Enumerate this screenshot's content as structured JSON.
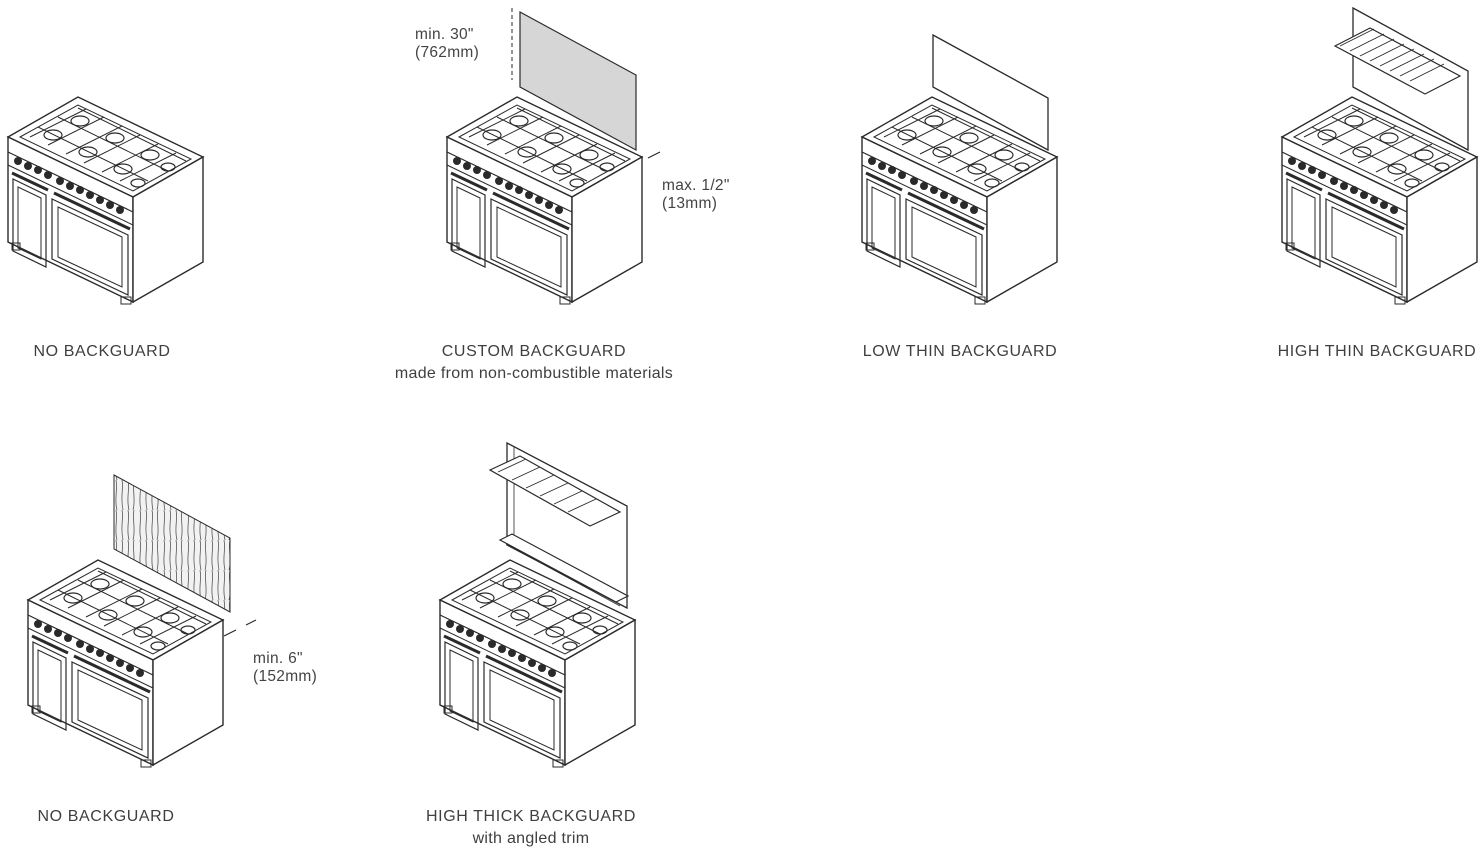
{
  "panels": [
    {
      "title": "NO BACKGUARD",
      "subtitle": ""
    },
    {
      "title": "CUSTOM BACKGUARD",
      "subtitle": "made from non-combustible materials"
    },
    {
      "title": "LOW THIN BACKGUARD",
      "subtitle": ""
    },
    {
      "title": "HIGH THIN BACKGUARD",
      "subtitle": ""
    },
    {
      "title": "NO BACKGUARD",
      "subtitle": ""
    },
    {
      "title": "HIGH THICK BACKGUARD",
      "subtitle": "with angled trim"
    }
  ],
  "dimensions": {
    "custom_height_line1": "min. 30\"",
    "custom_height_line2": "(762mm)",
    "custom_gap_line1": "max. 1/2\"",
    "custom_gap_line2": "(13mm)",
    "wood_gap_line1": "min. 6\"",
    "wood_gap_line2": "(152mm)"
  },
  "colors": {
    "line": "#2a2a2a",
    "panel_fill": "#d6d6d6",
    "text": "#444444"
  }
}
